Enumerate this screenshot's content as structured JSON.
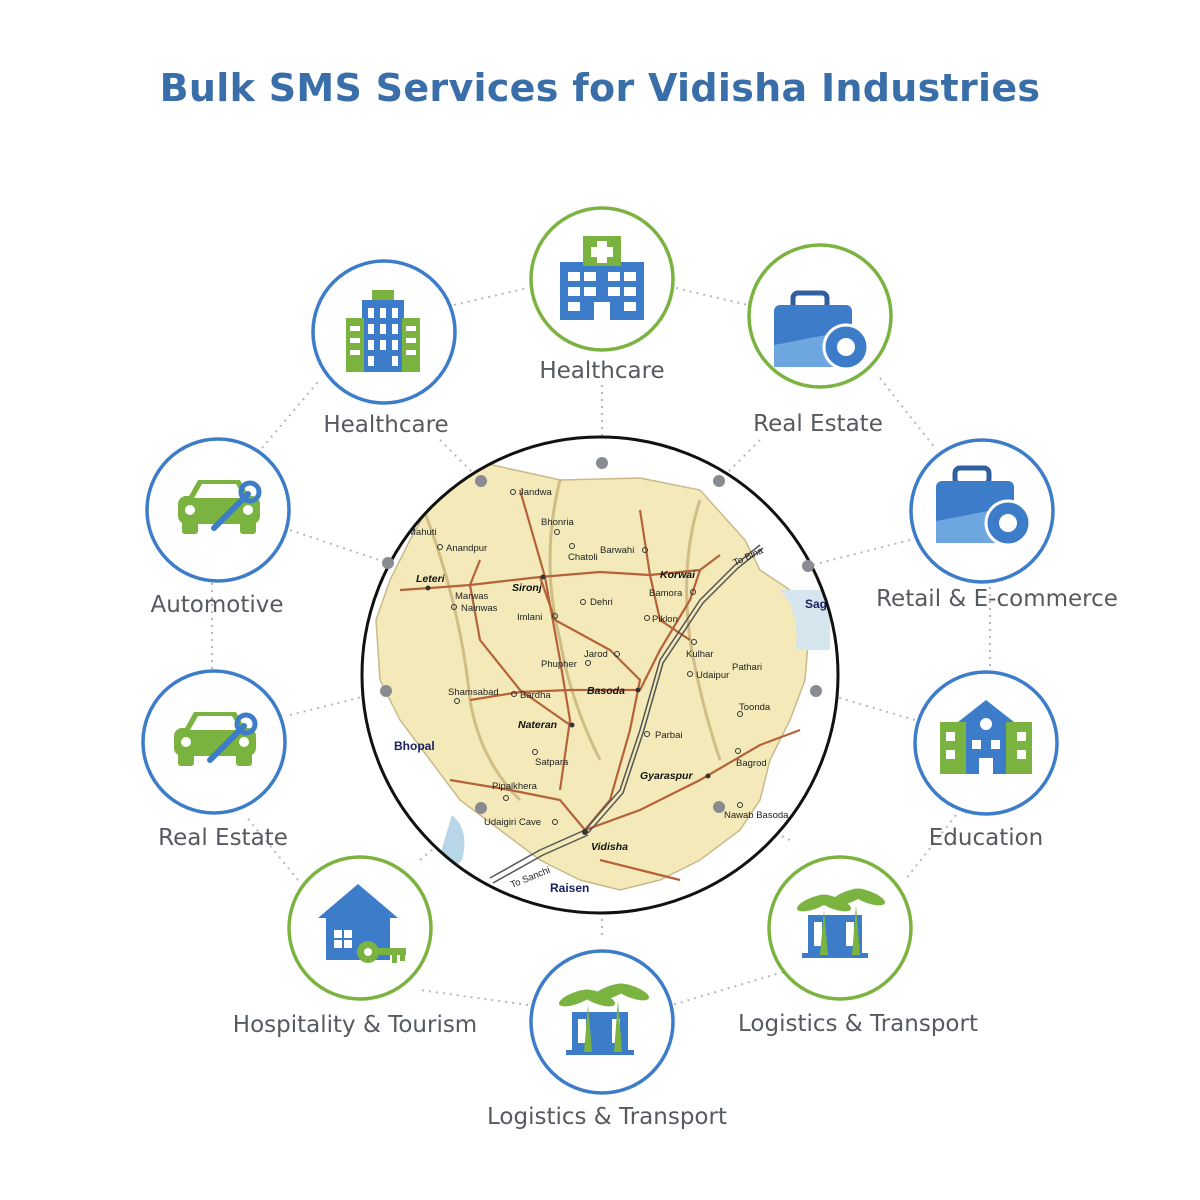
{
  "title": "Bulk SMS Services for Vidisha Industries",
  "nodes": [
    {
      "label": "Healthcare",
      "icon": "hospital-icon",
      "ring": "green"
    },
    {
      "label": "Real Estate",
      "icon": "briefcase-gear-icon",
      "ring": "green"
    },
    {
      "label": "Retail & E-commerce",
      "icon": "briefcase-gear-icon",
      "ring": "blue"
    },
    {
      "label": "Education",
      "icon": "school-building-icon",
      "ring": "blue"
    },
    {
      "label": "Logistics & Transport",
      "icon": "palm-trees-icon",
      "ring": "green"
    },
    {
      "label": "Logistics & Transport",
      "icon": "palm-trees-icon",
      "ring": "blue"
    },
    {
      "label": "Hospitality & Tourism",
      "icon": "house-key-icon",
      "ring": "green"
    },
    {
      "label": "Real Estate",
      "icon": "car-wrench-icon",
      "ring": "blue"
    },
    {
      "label": "Automotive",
      "icon": "car-wrench-icon",
      "ring": "blue"
    },
    {
      "label": "Healthcare",
      "icon": "office-building-icon",
      "ring": "blue"
    }
  ],
  "map": {
    "places": [
      "Jandwa",
      "Bhonria",
      "Mahuti",
      "Anandpur",
      "Chatoli",
      "Barwahi",
      "Leteri",
      "Sironj",
      "Korwai",
      "Marwas",
      "Nainwas",
      "Dehri",
      "Bamora",
      "Imlani",
      "Piklon",
      "Kulhar",
      "Jarod",
      "Pathari",
      "Phupher",
      "Udaipur",
      "Shamsabad",
      "Bardha",
      "Basoda",
      "Toonda",
      "Nateran",
      "Parbai",
      "Bhopal",
      "Satpara",
      "Gyaraspur",
      "Bagrod",
      "Pipalkhera",
      "Udaigiri Cave",
      "Nawab Basoda",
      "Vidisha",
      "Raisen",
      "To Bina",
      "To Sanchi",
      "Sag"
    ]
  },
  "colors": {
    "title": "#3a6ea8",
    "green_ring": "#7bb341",
    "blue_ring": "#3d7cc9",
    "connector": "#b5b8bc"
  }
}
